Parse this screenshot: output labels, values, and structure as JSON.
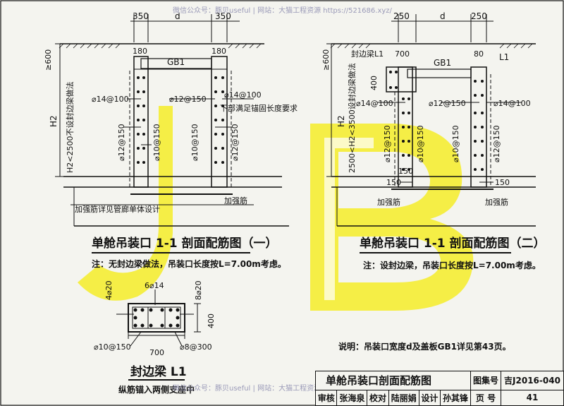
{
  "watermark_top": "微信公众号：豚贝useful | 网站：大猫工程资源 https://521686.xyz/",
  "watermark_bottom": "微信公众号：豚贝useful | 网站：大猫工程资源 https://521686.xyz/",
  "left_section": {
    "dim_350_left": "350",
    "dim_d": "d",
    "dim_350_right": "350",
    "dim_600": "≥600",
    "dim_180_left": "180",
    "dim_180_right": "180",
    "gb1": "GB1",
    "h2_note": "H2<2500不设封边梁做法",
    "h2": "H2",
    "rebar_14_100_l": "⌀14@100",
    "rebar_12_150_c": "⌀12@150",
    "rebar_14_100_r": "⌀14@100",
    "anchor_note": "下部满足锚固长度要求",
    "rebar_12_150_v": "⌀12@150",
    "rebar_10_150_v1": "⌀10@150",
    "rebar_10_150_v2": "⌀10@150",
    "rebar_12_150_v2": "⌀12@150",
    "stiff_note": "加强筋详见管廊单体设计",
    "stiff": "加强筋",
    "title": "单舱吊装口 1-1 剖面配筋图（一）",
    "note": "注：无封边梁做法，吊装口长度按L=7.00m考虑。"
  },
  "right_section": {
    "dim_250_left": "250",
    "dim_d": "d",
    "dim_250_right": "250",
    "dim_600": "≥600",
    "edge_beam": "封边梁L1",
    "dim_700": "700",
    "dim_80": "80",
    "gb1": "GB1",
    "l1": "L1",
    "dim_400": "400",
    "h2_note": "2500<H2<3500设封边梁做法",
    "h2": "H2",
    "rebar_14_100_l": "⌀14@100",
    "rebar_12_150_c": "⌀12@150",
    "rebar_14_100_r": "⌀14@100",
    "rebar_12_150_v": "⌀12@150",
    "rebar_10_150_v1": "⌀10@150",
    "rebar_10_150_v2": "⌀10@150",
    "rebar_12_150_v2": "⌀12@150",
    "dim_150_a": "150",
    "dim_150_b": "150",
    "dim_150_c": "150",
    "stiff_left": "加强筋",
    "stiff_right": "加强筋",
    "title": "单舱吊装口 1-1 剖面配筋图（二）",
    "note": "注：设封边梁，吊装口长度按L=7.00m考虑。"
  },
  "beam_detail": {
    "top_bar": "6⌀14",
    "left_bar": "4⌀20",
    "right_bar": "8⌀20",
    "height": "400",
    "width": "700",
    "stirrup_left": "⌀10@150",
    "stirrup_right": "⌀8@300",
    "title": "封边梁 L1",
    "note": "纵筋锚入两侧支座中"
  },
  "bottom_note": "说明：吊装口宽度d及盖板GB1详见第43页。",
  "title_block": {
    "title": "单舱吊装口剖面配筋图",
    "atlas_label": "图集号",
    "atlas_value": "吉J2016-040",
    "review_label": "审核",
    "review_name": "张海泉",
    "check_label": "校对",
    "check_name": "陆丽娟",
    "design_label": "设计",
    "design_name": "孙其锋",
    "page_label": "页 号",
    "page_value": "41"
  }
}
